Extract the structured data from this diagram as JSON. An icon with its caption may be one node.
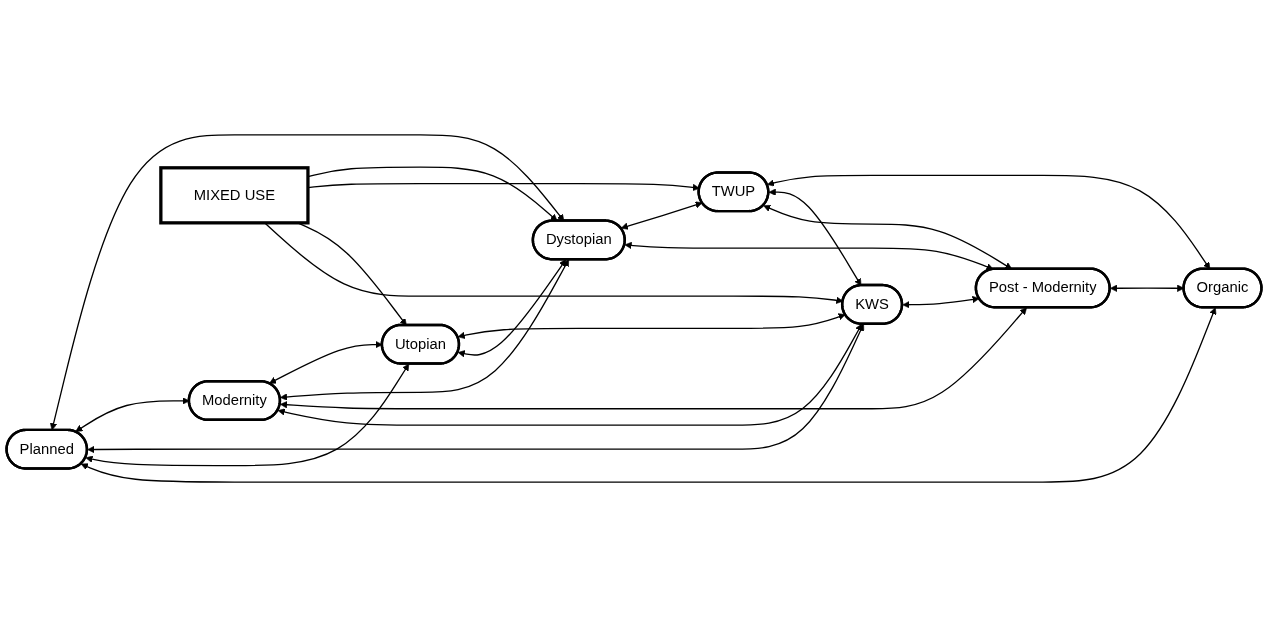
{
  "diagram": {
    "nodes": [
      {
        "text": [
          "Planned"
        ]
      },
      {
        "text": [
          "Dystopian"
        ]
      },
      {
        "text": [
          "Modernity"
        ]
      },
      {
        "text": [
          "TWUP"
        ]
      },
      {
        "text": [
          "MIXED USE"
        ]
      },
      {
        "text": [
          "Utopian"
        ]
      },
      {
        "text": [
          "Organic"
        ]
      },
      {
        "text": [
          "KWS"
        ]
      },
      {
        "text": [
          "Post - Modernity"
        ]
      }
    ],
    "edges": [
      {
        "from": 0,
        "to": 1,
        "arrow": "both"
      },
      {
        "from": 0,
        "to": 2,
        "arrow": "both"
      },
      {
        "from": 1,
        "to": 3,
        "arrow": "both"
      },
      {
        "from": 2,
        "to": 5,
        "arrow": "both"
      },
      {
        "from": 3,
        "to": 6,
        "arrow": "both"
      },
      {
        "from": 5,
        "to": 7,
        "arrow": "both"
      },
      {
        "from": 7,
        "to": 8,
        "arrow": "both"
      },
      {
        "from": 8,
        "to": 6,
        "arrow": "both"
      },
      {
        "from": 0,
        "to": 7,
        "arrow": "both"
      },
      {
        "from": 1,
        "to": 8,
        "arrow": "both"
      },
      {
        "from": 2,
        "to": 1,
        "arrow": "both"
      },
      {
        "from": 0,
        "to": 5,
        "arrow": "both"
      },
      {
        "from": 5,
        "to": 1,
        "arrow": "both"
      },
      {
        "from": 2,
        "to": 8,
        "arrow": "both"
      },
      {
        "from": 2,
        "to": 7,
        "arrow": "both"
      },
      {
        "from": 0,
        "to": 6,
        "arrow": "both"
      },
      {
        "from": 3,
        "to": 7,
        "arrow": "both"
      },
      {
        "from": 3,
        "to": 8,
        "arrow": "both"
      },
      {
        "from": 4,
        "to": 1,
        "arrow": "to"
      },
      {
        "from": 4,
        "to": 3,
        "arrow": "to"
      },
      {
        "from": 4,
        "to": 5,
        "arrow": "to"
      },
      {
        "from": 4,
        "to": 7,
        "arrow": "to"
      }
    ]
  }
}
